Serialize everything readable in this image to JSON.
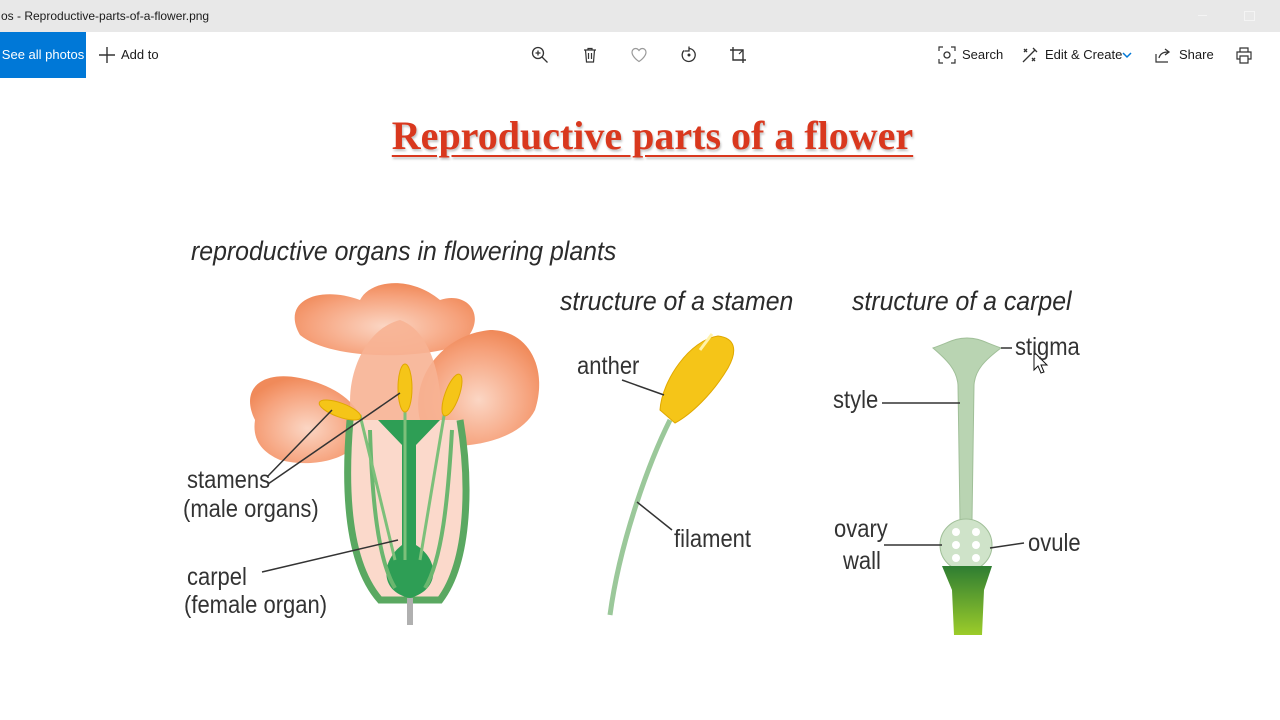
{
  "window": {
    "title": "os - Reproductive-parts-of-a-flower.png"
  },
  "toolbar": {
    "see_all_photos": "See all photos",
    "add_to": "Add to",
    "search": "Search",
    "edit_create": "Edit & Create",
    "share": "Share",
    "icons": [
      "add-icon",
      "zoom-in-icon",
      "delete-icon",
      "favorite-icon",
      "rotate-icon",
      "crop-icon",
      "visual-search-icon",
      "edit-create-icon",
      "chevron-down-icon",
      "share-icon",
      "print-icon"
    ]
  },
  "image": {
    "title": "Reproductive parts of a flower",
    "section_flower": "reproductive organs in flowering plants",
    "section_stamen": "structure of a stamen",
    "section_carpel": "structure of a carpel",
    "labels": {
      "stamens": "stamens",
      "male_organs": "(male organs)",
      "carpel": "carpel",
      "female_organ": "(female organ)",
      "anther": "anther",
      "filament": "filament",
      "stigma": "stigma",
      "style": "style",
      "ovary": "ovary",
      "wall": "wall",
      "ovule": "ovule"
    }
  },
  "colors": {
    "accent": "#0078d7",
    "title_red": "#d9381e",
    "petal": "#f4956a",
    "carpel_green": "#3a9a5a",
    "anther_yellow": "#f5c518"
  }
}
